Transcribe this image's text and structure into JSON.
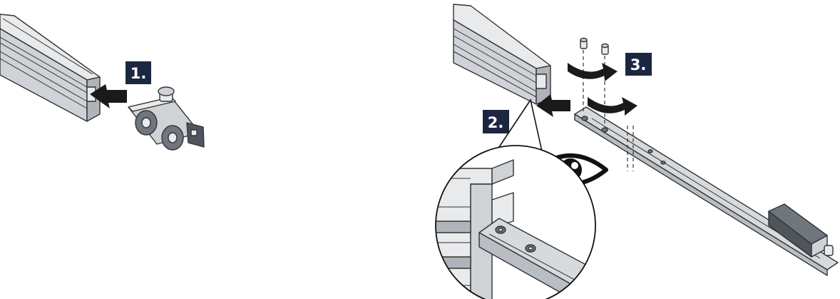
{
  "steps": [
    {
      "label": "1."
    },
    {
      "label": "2."
    },
    {
      "label": "3."
    }
  ],
  "icons": {
    "eye": "eye-icon",
    "push_arrow": "push-arrow-icon",
    "curved_arrow": "curved-arrow-icon"
  },
  "colors": {
    "step_box": "#1b2740",
    "step_text": "#ffffff",
    "arrow": "#1a1a1a",
    "aluminium": "#cfd3d7"
  }
}
